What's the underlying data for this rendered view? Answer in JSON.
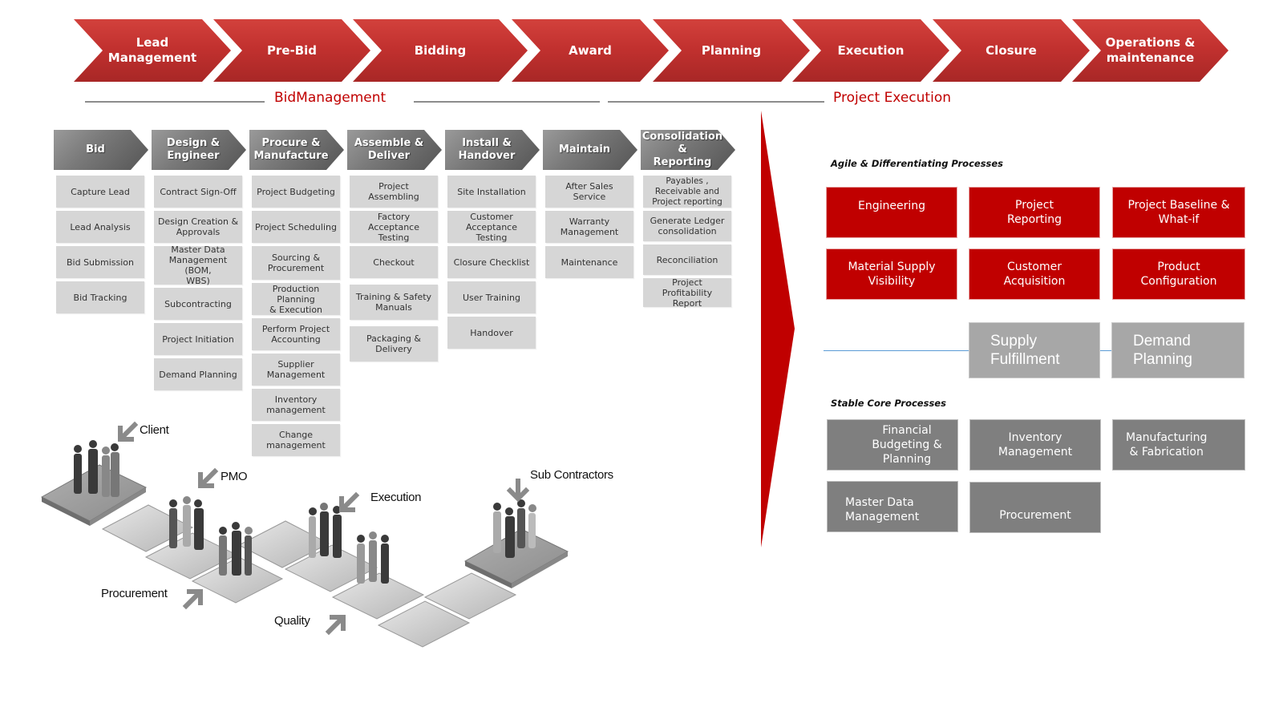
{
  "process_stages": [
    {
      "label": "Lead\nManagement"
    },
    {
      "label": "Pre-Bid"
    },
    {
      "label": "Bidding"
    },
    {
      "label": "Award"
    },
    {
      "label": "Planning"
    },
    {
      "label": "Execution"
    },
    {
      "label": "Closure"
    },
    {
      "label": "Operations &\nmaintenance"
    }
  ],
  "sections": {
    "bid_management": "BidManagement",
    "project_execution": "Project Execution"
  },
  "columns": [
    {
      "title": "Bid",
      "items": [
        "Capture Lead",
        "Lead Analysis",
        "Bid Submission",
        "Bid Tracking"
      ]
    },
    {
      "title": "Design &\nEngineer",
      "items": [
        "Contract Sign-Off",
        "Design Creation &\nApprovals",
        "Master Data\nManagement (BOM,\nWBS)",
        "Subcontracting",
        "Project Initiation",
        "Demand Planning"
      ]
    },
    {
      "title": "Procure &\nManufacture",
      "items": [
        "Project Budgeting",
        "Project Scheduling",
        "Sourcing &\nProcurement",
        "Production Planning\n& Execution",
        "Perform Project\nAccounting",
        "Supplier\nManagement",
        "Inventory\nmanagement",
        "Change\nmanagement"
      ]
    },
    {
      "title": "Assemble &\nDeliver",
      "items": [
        "Project Assembling",
        "Factory Acceptance\nTesting",
        "Checkout",
        "Training & Safety\nManuals",
        "Packaging &\nDelivery"
      ]
    },
    {
      "title": "Install &\nHandover",
      "items": [
        "Site Installation",
        "Customer\nAcceptance Testing",
        "Closure Checklist",
        "User Training",
        "Handover"
      ]
    },
    {
      "title": "Maintain",
      "items": [
        "After Sales Service",
        "Warranty\nManagement",
        "Maintenance"
      ]
    },
    {
      "title": "Consolidation &\nReporting",
      "items": [
        "Payables ,\nReceivable and\nProject reporting",
        "Generate Ledger\nconsolidation",
        "Reconciliation",
        "Project Profitability\nReport"
      ]
    }
  ],
  "stakeholders": [
    "Client",
    "PMO",
    "Execution",
    "Sub Contractors",
    "Procurement",
    "Quality"
  ],
  "right_panel": {
    "agile_heading": "Agile & Differentiating Processes",
    "agile_processes": [
      "Engineering",
      "Project\nReporting",
      "Project Baseline     &\nWhat-if",
      "Material Supply\nVisibility",
      "Customer\nAcquisition",
      "Product\nConfiguration"
    ],
    "light_processes": [
      "Supply\nFulfillment",
      "Demand\nPlanning"
    ],
    "core_heading": "Stable Core Processes",
    "core_processes": [
      "Financial\nBudgeting &\nPlanning",
      "Inventory\nManagement",
      "Manufacturing\n& Fabrication",
      "Master Data\nManagement",
      "Procurement"
    ]
  },
  "colors": {
    "brand_red": "#c00000",
    "chevron_red": "#c2312f",
    "header_grey": "#7a7a7a",
    "cell_grey": "#d6d6d6",
    "light_grey_box": "#a7a7a7",
    "dark_grey_box": "#7f7f7f",
    "divider_blue": "#5b9bd5"
  }
}
